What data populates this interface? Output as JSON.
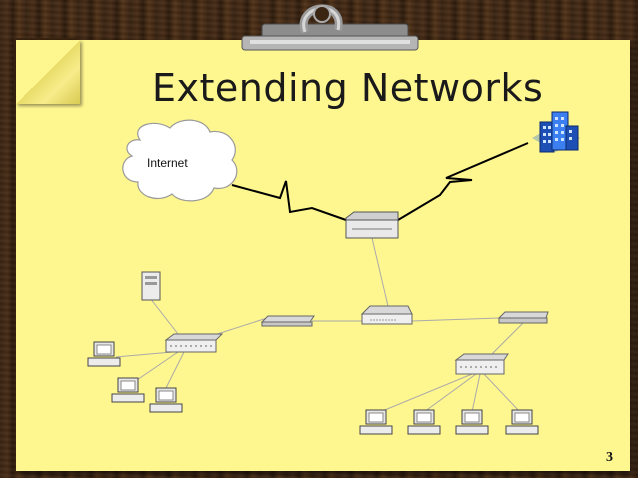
{
  "slide": {
    "title": "Extending Networks",
    "page_number": "3"
  },
  "diagram": {
    "cloud_label": "Internet"
  },
  "icons": {
    "clipboard_clip": "clipboard-clip-icon",
    "building": "building-icon",
    "cloud": "cloud-icon",
    "router": "router-icon",
    "server": "server-tower-icon",
    "hub": "hub-icon",
    "switch": "switch-icon",
    "workstation": "workstation-icon"
  },
  "colors": {
    "paper": "#fef68f",
    "wood": "#3a2412",
    "link_line": "#000000",
    "cable_line": "#aaaaaa"
  }
}
